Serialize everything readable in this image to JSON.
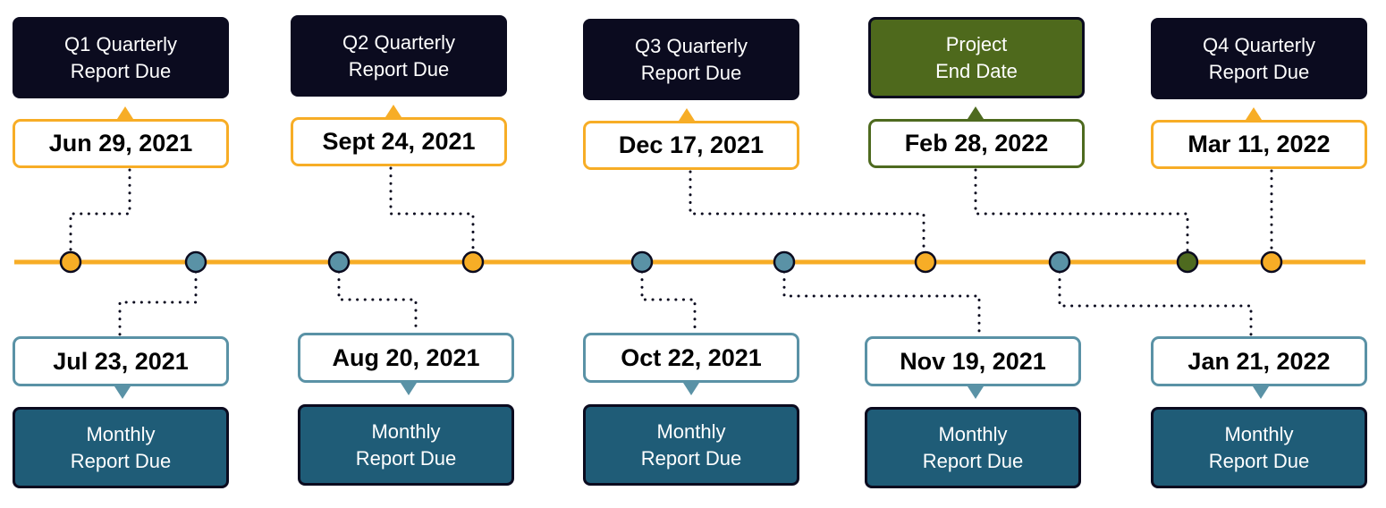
{
  "colors": {
    "line": "#f7ad26",
    "quarterly": "#f7ad26",
    "monthly": "#5a92a6",
    "project_end": "#4e6a1f",
    "dark": "#0b0b1f",
    "monthly_fill": "#1f5c77",
    "project_fill": "#4e691c"
  },
  "top_events": [
    {
      "type": "quarterly",
      "title_line1": "Q1 Quarterly",
      "title_line2": "Report Due",
      "date": "Jun 29, 2021"
    },
    {
      "type": "quarterly",
      "title_line1": "Q2 Quarterly",
      "title_line2": "Report Due",
      "date": "Sept 24, 2021"
    },
    {
      "type": "quarterly",
      "title_line1": "Q3 Quarterly",
      "title_line2": "Report Due",
      "date": "Dec 17, 2021"
    },
    {
      "type": "project_end",
      "title_line1": "Project",
      "title_line2": "End Date",
      "date": "Feb 28, 2022"
    },
    {
      "type": "quarterly",
      "title_line1": "Q4 Quarterly",
      "title_line2": "Report Due",
      "date": "Mar 11, 2022"
    }
  ],
  "bottom_events": [
    {
      "type": "monthly",
      "title_line1": "Monthly",
      "title_line2": "Report Due",
      "date": "Jul 23, 2021"
    },
    {
      "type": "monthly",
      "title_line1": "Monthly",
      "title_line2": "Report Due",
      "date": "Aug 20, 2021"
    },
    {
      "type": "monthly",
      "title_line1": "Monthly",
      "title_line2": "Report Due",
      "date": "Oct 22, 2021"
    },
    {
      "type": "monthly",
      "title_line1": "Monthly",
      "title_line2": "Report Due",
      "date": "Nov 19, 2021"
    },
    {
      "type": "monthly",
      "title_line1": "Monthly",
      "title_line2": "Report Due",
      "date": "Jan 21, 2022"
    }
  ]
}
